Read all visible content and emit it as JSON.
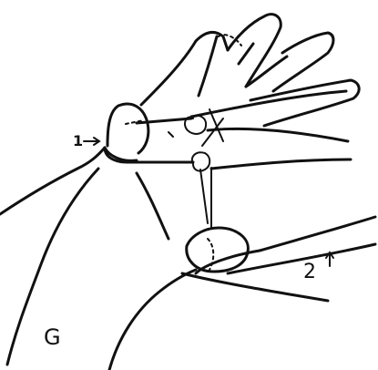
{
  "labels": {
    "one": "1",
    "two": "2",
    "hand": "G"
  },
  "colors": {
    "ink": "#111111",
    "paper": "#ffffff"
  }
}
